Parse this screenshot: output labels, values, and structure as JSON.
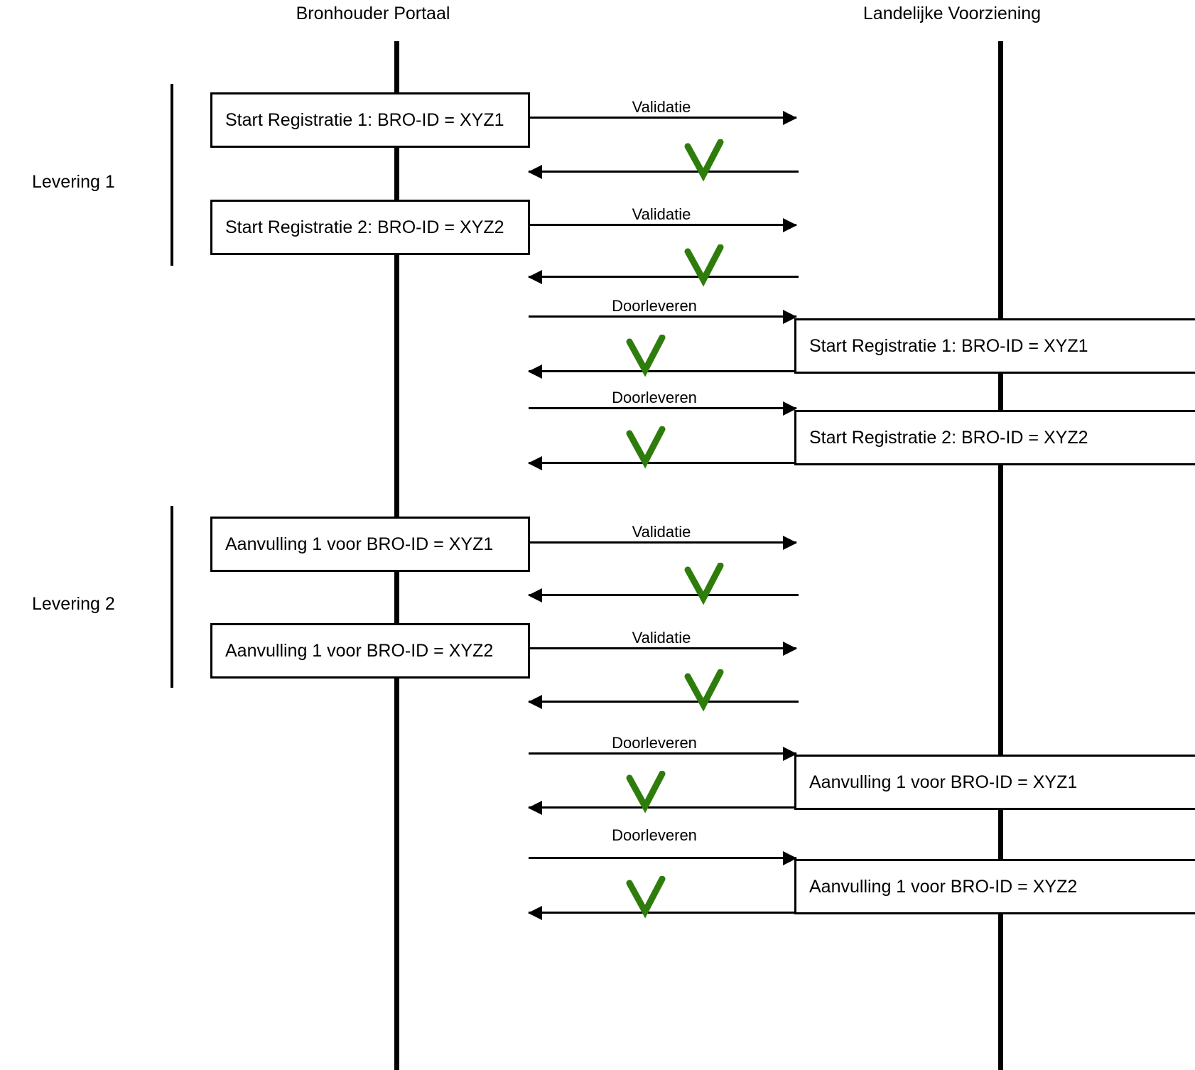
{
  "diagram": {
    "type": "sequence-diagram",
    "title_left": "Bronhouder Portaal",
    "title_right": "Landelijke Voorziening",
    "accent_green": "#2E7D0C",
    "line_color": "#000000",
    "background": "#ffffff",
    "groups": [
      {
        "label": "Levering 1"
      },
      {
        "label": "Levering 2"
      }
    ],
    "left_boxes": [
      {
        "text": "Start Registratie 1: BRO-ID = XYZ1"
      },
      {
        "text": "Start Registratie 2: BRO-ID = XYZ2"
      },
      {
        "text": "Aanvulling 1 voor BRO-ID = XYZ1"
      },
      {
        "text": "Aanvulling 1 voor BRO-ID = XYZ2"
      }
    ],
    "right_boxes": [
      {
        "text": "Start Registratie 1: BRO-ID = XYZ1"
      },
      {
        "text": "Start Registratie 2: BRO-ID = XYZ2"
      },
      {
        "text": "Aanvulling 1 voor BRO-ID = XYZ1"
      },
      {
        "text": "Aanvulling 1 voor BRO-ID = XYZ2"
      }
    ],
    "arrow_labels": {
      "validatie": "Validatie",
      "doorleveren": "Doorleveren"
    },
    "messages": [
      {
        "label": "Validatie",
        "direction": "to-right",
        "status": "ok"
      },
      {
        "label": "Validatie",
        "direction": "to-right",
        "status": "ok"
      },
      {
        "label": "Doorleveren",
        "direction": "to-right",
        "status": "ok"
      },
      {
        "label": "Doorleveren",
        "direction": "to-right",
        "status": "ok"
      },
      {
        "label": "Validatie",
        "direction": "to-right",
        "status": "ok"
      },
      {
        "label": "Validatie",
        "direction": "to-right",
        "status": "ok"
      },
      {
        "label": "Doorleveren",
        "direction": "to-right",
        "status": "ok"
      },
      {
        "label": "Doorleveren",
        "direction": "to-right",
        "status": "ok"
      }
    ],
    "check_icon_name": "green-checkmark-icon"
  }
}
